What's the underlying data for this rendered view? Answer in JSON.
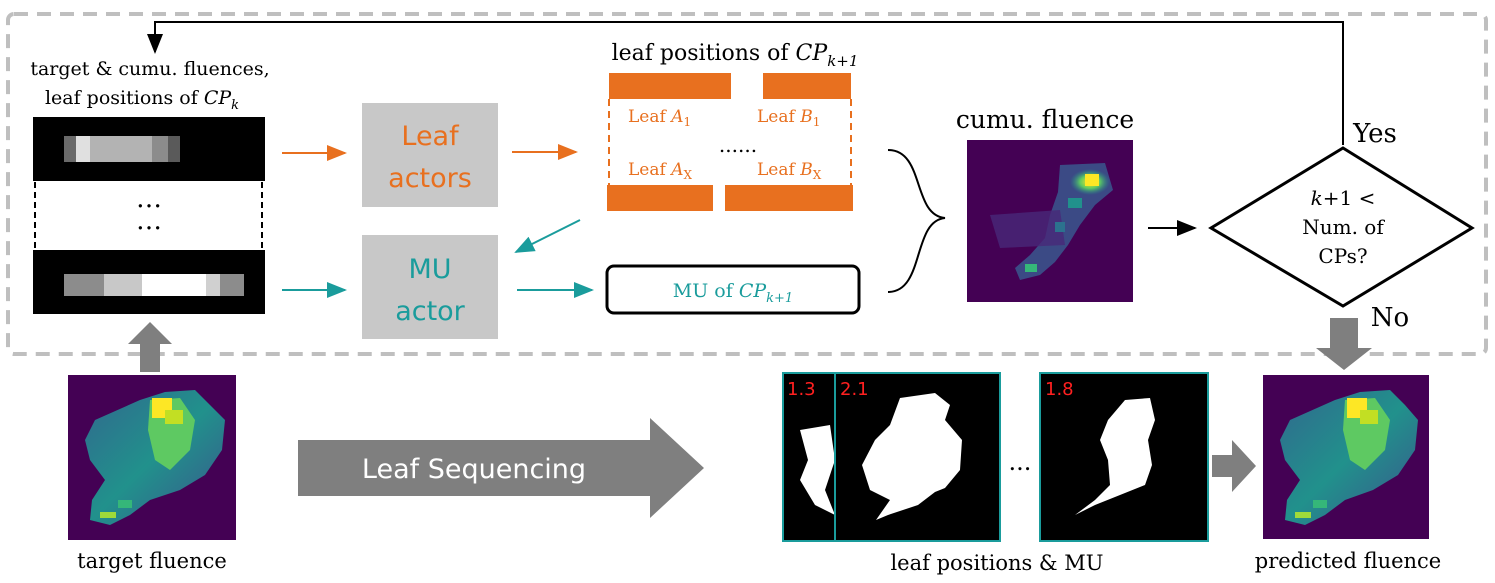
{
  "labels": {
    "target_cumu_line1": "target & cumu.  fluences,",
    "target_cumu_line2": "leaf positions of",
    "cp_k": "CP",
    "cp_k_sub": "k",
    "leaf_actors_1": "Leaf",
    "leaf_actors_2": "actors",
    "mu_actor_1": "MU",
    "mu_actor_2": "actor",
    "leaf_positions_next": "leaf positions of",
    "cp_next": "CP",
    "cp_next_sub": "k+1",
    "leaf_a1": "Leaf",
    "leaf_a1_var": "A",
    "leaf_a1_sub": "1",
    "leaf_b1": "Leaf",
    "leaf_b1_var": "B",
    "leaf_b1_sub": "1",
    "leaf_ax": "Leaf",
    "leaf_ax_var": "A",
    "leaf_ax_sub": "X",
    "leaf_bx": "Leaf",
    "leaf_bx_var": "B",
    "leaf_bx_sub": "X",
    "leaf_dots": "......",
    "mu_of": "MU of",
    "mu_cp": "CP",
    "mu_cp_sub": "k+1",
    "cumu_fluence": "cumu. fluence",
    "yes": "Yes",
    "no": "No",
    "decision_line1_var": "k",
    "decision_line1": "+1 <",
    "decision_line2": "Num. of",
    "decision_line3": "CPs?",
    "leaf_sequencing": "Leaf Sequencing",
    "target_fluence": "target fluence",
    "leaf_positions_mu": "leaf positions & MU",
    "predicted_fluence": "predicted fluence",
    "mu_values": [
      "1.3",
      "2.1",
      "1.8"
    ],
    "vertical_dots": "…",
    "strip_dots": "..."
  },
  "colors": {
    "orange": "#e8701f",
    "teal": "#1a9c9c",
    "gray_box": "#c8c8c8",
    "gray_arrow": "#7f7f7f",
    "dashed_border": "#bfbfbf",
    "fluence_bg": "#440154"
  }
}
